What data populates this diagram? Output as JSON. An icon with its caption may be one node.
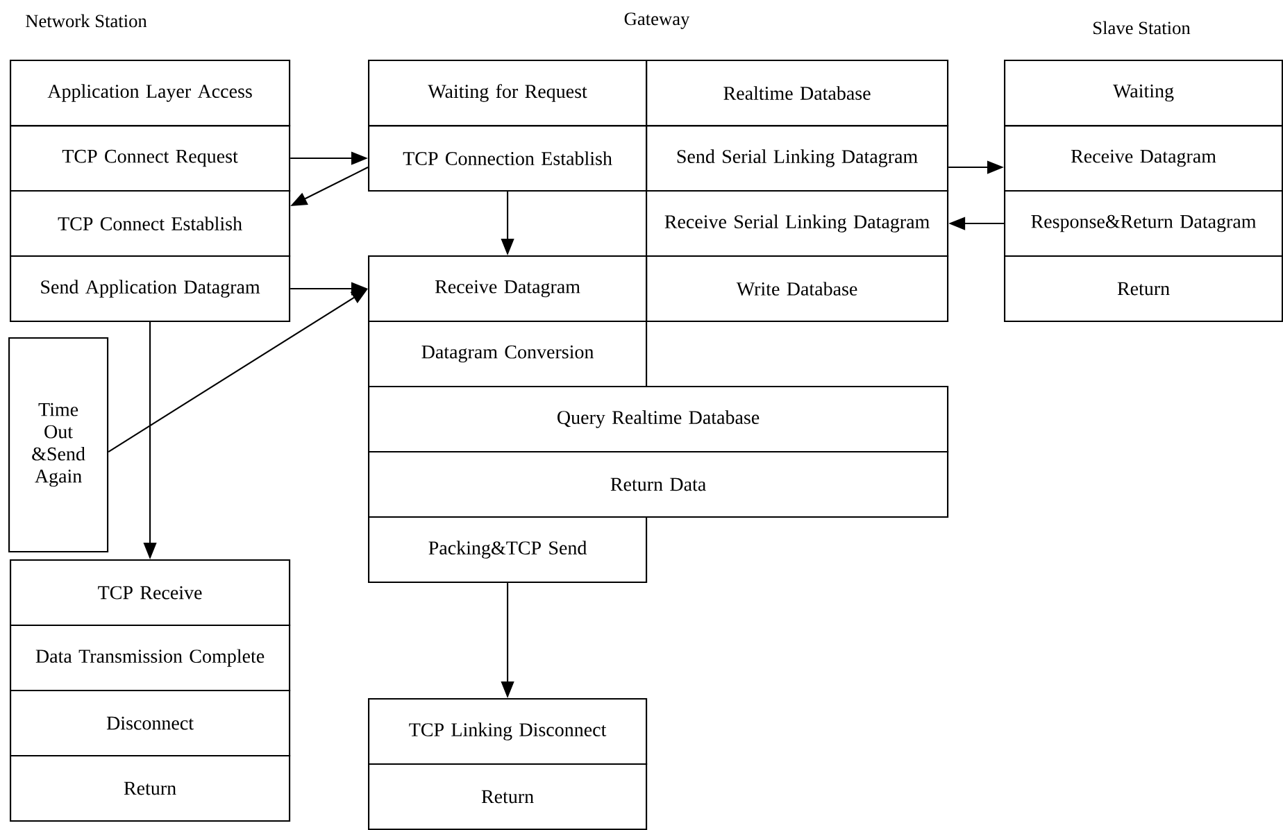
{
  "diagram": {
    "nodes": [
      {
        "text": [
          "Application Layer Access"
        ]
      },
      {
        "text": [
          "TCP Connect Request"
        ]
      },
      {
        "text": [
          "TCP Connect Establish"
        ]
      },
      {
        "text": [
          "Send Application Datagram"
        ]
      },
      {
        "text": [
          "Time Out &Send Again"
        ]
      },
      {
        "text": [
          "TCP Receive"
        ]
      },
      {
        "text": [
          "Data Transmission Complete"
        ]
      },
      {
        "text": [
          "Disconnect"
        ]
      },
      {
        "text": [
          "Return"
        ]
      },
      {
        "text": [
          "Waiting for Request"
        ]
      },
      {
        "text": [
          "Realtime Database"
        ]
      },
      {
        "text": [
          "TCP Connection Establish"
        ]
      },
      {
        "text": [
          "Send Serial Linking Datagram"
        ]
      },
      {
        "text": [
          "Receive Serial Linking Datagram"
        ]
      },
      {
        "text": [
          "Receive Datagram"
        ]
      },
      {
        "text": [
          "Write Database"
        ]
      },
      {
        "text": [
          "Datagram Conversion"
        ]
      },
      {
        "text": [
          "Query Realtime Database"
        ]
      },
      {
        "text": [
          "Return Data"
        ]
      },
      {
        "text": [
          "Packing&TCP Send"
        ]
      },
      {
        "text": [
          "TCP Linking Disconnect"
        ]
      },
      {
        "text": [
          "Return"
        ]
      },
      {
        "text": [
          "Waiting"
        ]
      },
      {
        "text": [
          "Receive Datagram"
        ]
      },
      {
        "text": [
          "Response&Return Datagram"
        ]
      },
      {
        "text": [
          "Return"
        ]
      }
    ],
    "edges": [
      {
        "from": 1,
        "to": 11,
        "arrow": "to"
      },
      {
        "from": 11,
        "to": 2,
        "arrow": "to"
      },
      {
        "from": 11,
        "to": 14,
        "arrow": "to"
      },
      {
        "from": 3,
        "to": 14,
        "arrow": "to"
      },
      {
        "from": 4,
        "to": 14,
        "arrow": "to"
      },
      {
        "from": 3,
        "to": 5,
        "arrow": "to"
      },
      {
        "from": 12,
        "to": 23,
        "arrow": "to"
      },
      {
        "from": 24,
        "to": 13,
        "arrow": "to"
      },
      {
        "from": 19,
        "to": 20,
        "arrow": "to"
      }
    ],
    "labels": [
      "Network Station",
      "Gateway",
      "Slave Station"
    ]
  }
}
